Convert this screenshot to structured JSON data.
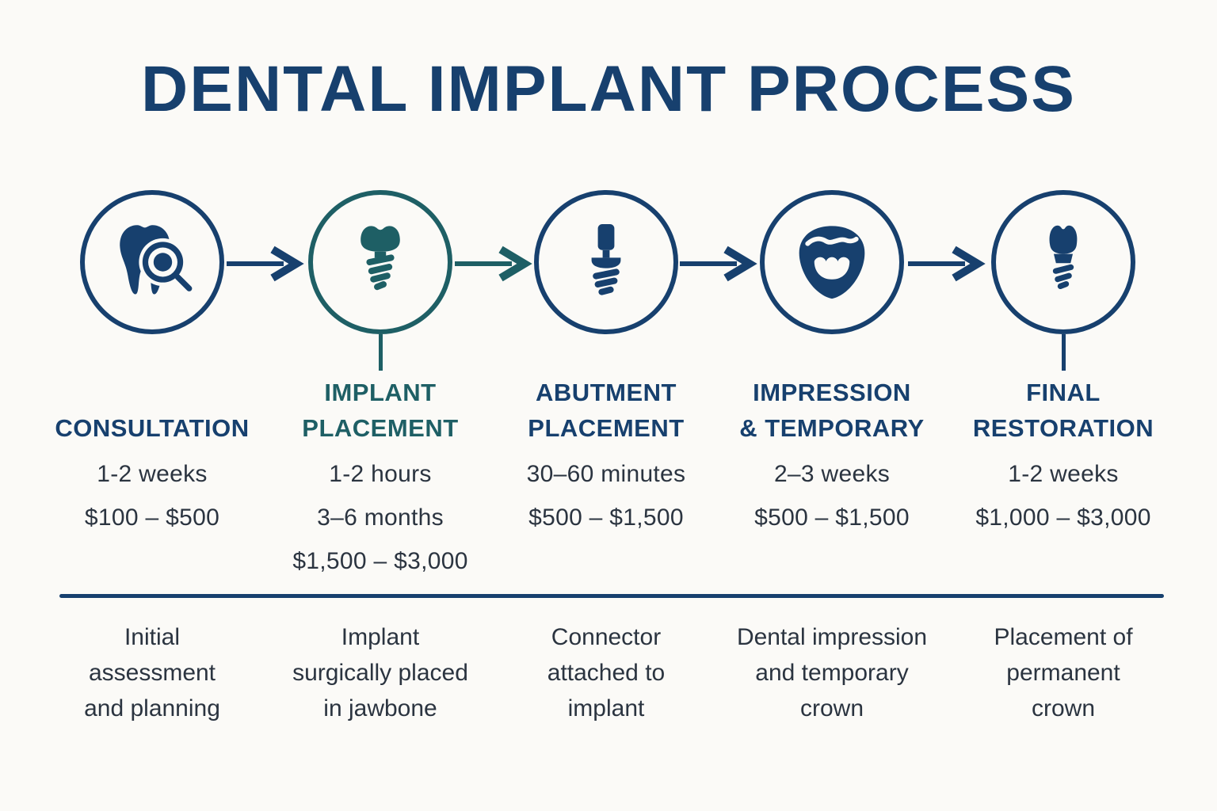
{
  "title": "DENTAL IMPLANT PROCESS",
  "colors": {
    "navy": "#17406e",
    "teal": "#1e5f65",
    "text": "#2b3440",
    "background": "#fbfaf7",
    "divider": "#17406e"
  },
  "steps": [
    {
      "name": "CONSULTATION",
      "icon": "tooth-magnifier-icon",
      "accent": "#17406e",
      "durations": [
        "1-2 weeks"
      ],
      "price": "$100 – $500",
      "description": "Initial\nassessment\nand planning"
    },
    {
      "name": "IMPLANT\nPLACEMENT",
      "icon": "implant-screw-icon",
      "accent": "#1e5f65",
      "durations": [
        "1-2 hours",
        "3–6 months"
      ],
      "price": "$1,500 – $3,000",
      "description": "Implant\nsurgically placed\nin jawbone"
    },
    {
      "name": "ABUTMENT\nPLACEMENT",
      "icon": "abutment-icon",
      "accent": "#17406e",
      "durations": [
        "30–60 minutes"
      ],
      "price": "$500 – $1,500",
      "description": "Connector\nattached to\nimplant"
    },
    {
      "name": "IMPRESSION\n& TEMPORARY",
      "icon": "dental-impression-icon",
      "accent": "#17406e",
      "durations": [
        "2–3 weeks"
      ],
      "price": "$500 – $1,500",
      "description": "Dental impression\nand temporary\ncrown"
    },
    {
      "name": "FINAL\nRESTORATION",
      "icon": "crown-implant-icon",
      "accent": "#17406e",
      "durations": [
        "1-2 weeks"
      ],
      "price": "$1,000 – $3,000",
      "description": "Placement of\npermanent\ncrown"
    }
  ]
}
